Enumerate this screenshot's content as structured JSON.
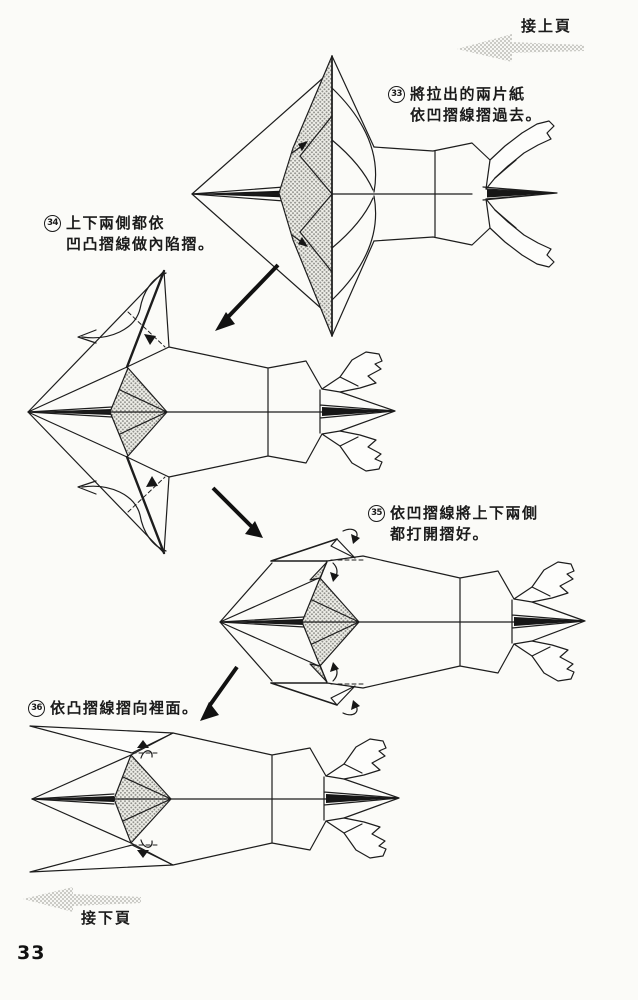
{
  "page": {
    "number": "33"
  },
  "nav": {
    "prev": {
      "label": "接上頁"
    },
    "next": {
      "label": "接下頁"
    }
  },
  "steps": [
    {
      "num": "33",
      "lines": [
        "將拉出的兩片紙",
        "依凹摺線摺過去。"
      ]
    },
    {
      "num": "34",
      "lines": [
        "上下兩側都依",
        "凹凸摺線做內陷摺。"
      ]
    },
    {
      "num": "35",
      "lines": [
        "依凹摺線將上下兩側",
        "都打開摺好。"
      ]
    },
    {
      "num": "36",
      "lines": [
        "依凸摺線摺向裡面。"
      ]
    }
  ],
  "icons": {
    "prev_page_arrow": "halftone-left-arrow",
    "next_page_arrow": "halftone-left-arrow",
    "step_transition_arrow": "solid-black-diagonal-arrow",
    "fold_direction_arrows": "curved-fold-arrow"
  },
  "colors": {
    "ink": "#1d1d1d",
    "paper": "#fbfbf8",
    "halftone_dot": "#8f8f8a",
    "nav_arrow_dot": "#bdbdb8"
  }
}
